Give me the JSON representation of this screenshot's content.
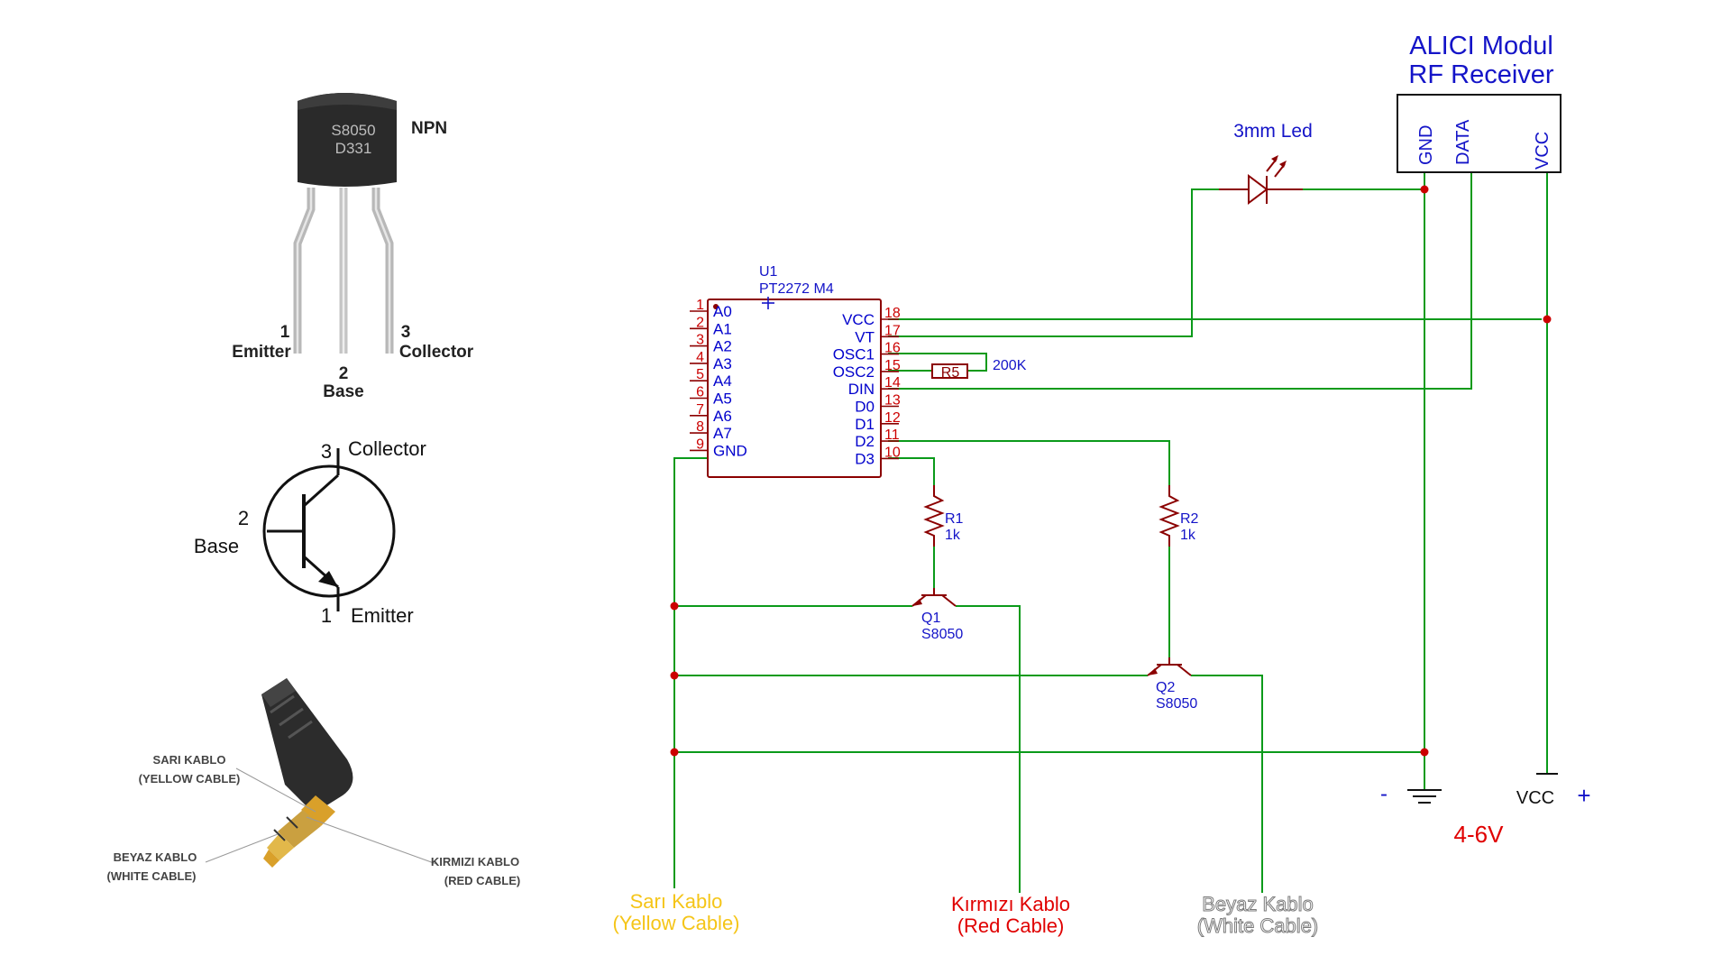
{
  "transistor_photo": {
    "marking_1": "S8050",
    "marking_2": "D331",
    "type": "NPN",
    "pin1_num": "1",
    "pin1_name": "Emitter",
    "pin2_num": "2",
    "pin2_name": "Base",
    "pin3_num": "3",
    "pin3_name": "Collector"
  },
  "npn_symbol": {
    "collector_num": "3",
    "collector": "Collector",
    "base_num": "2",
    "base": "Base",
    "emitter_num": "1",
    "emitter": "Emitter"
  },
  "jack": {
    "yellow_tr": "SARI KABLO",
    "yellow_en": "(YELLOW CABLE)",
    "white_tr": "BEYAZ KABLO",
    "white_en": "(WHITE CABLE)",
    "red_tr": "KIRMIZI KABLO",
    "red_en": "(RED CABLE)"
  },
  "ic": {
    "ref": "U1",
    "part": "PT2272 M4",
    "left_pins": [
      {
        "num": "1",
        "name": "A0"
      },
      {
        "num": "2",
        "name": "A1"
      },
      {
        "num": "3",
        "name": "A2"
      },
      {
        "num": "4",
        "name": "A3"
      },
      {
        "num": "5",
        "name": "A4"
      },
      {
        "num": "6",
        "name": "A5"
      },
      {
        "num": "7",
        "name": "A6"
      },
      {
        "num": "8",
        "name": "A7"
      },
      {
        "num": "9",
        "name": "GND"
      }
    ],
    "right_pins": [
      {
        "num": "18",
        "name": "VCC"
      },
      {
        "num": "17",
        "name": "VT"
      },
      {
        "num": "16",
        "name": "OSC1"
      },
      {
        "num": "15",
        "name": "OSC2"
      },
      {
        "num": "14",
        "name": "DIN"
      },
      {
        "num": "13",
        "name": "D0"
      },
      {
        "num": "12",
        "name": "D1"
      },
      {
        "num": "11",
        "name": "D2"
      },
      {
        "num": "10",
        "name": "D3"
      }
    ]
  },
  "r5": {
    "ref": "R5",
    "value": "200K"
  },
  "r1": {
    "ref": "R1",
    "value": "1k"
  },
  "r2": {
    "ref": "R2",
    "value": "1k"
  },
  "q1": {
    "ref": "Q1",
    "part": "S8050"
  },
  "q2": {
    "ref": "Q2",
    "part": "S8050"
  },
  "led": {
    "label": "3mm Led"
  },
  "receiver": {
    "title_1": "ALICI Modul",
    "title_2": "RF Receiver",
    "pin_gnd": "GND",
    "pin_data": "DATA",
    "pin_vcc": "VCC"
  },
  "power": {
    "minus": "-",
    "vcc_label": "VCC",
    "plus": "+",
    "voltage": "4-6V"
  },
  "cables": {
    "yellow_tr": "Sarı Kablo",
    "yellow_en": "(Yellow Cable)",
    "red_tr": "Kırmızı Kablo",
    "red_en": "(Red Cable)",
    "white_tr": "Beyaz Kablo",
    "white_en": "(White Cable)"
  },
  "colors": {
    "wire": "#0a9a1a",
    "part": "#8b0000",
    "label_blue": "#1414c8",
    "yellow": "#f5c518",
    "red": "#e00000",
    "white_text": "#7a7a7a"
  }
}
